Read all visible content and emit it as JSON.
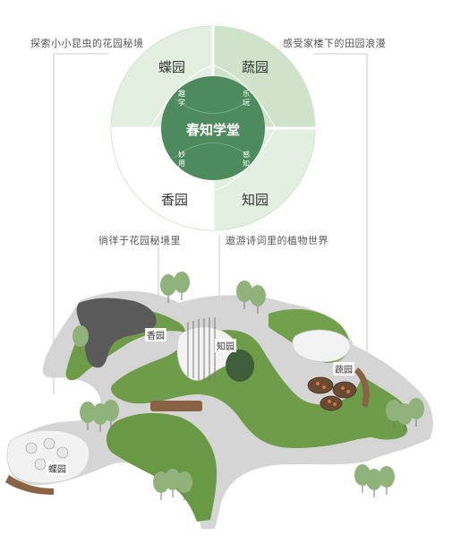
{
  "center": {
    "title": "春知学堂",
    "sub_top_left": [
      "趣",
      "学"
    ],
    "sub_top_right": [
      "乐",
      "玩"
    ],
    "sub_bottom_left": [
      "妙",
      "用"
    ],
    "sub_bottom_right": [
      "感",
      "知"
    ]
  },
  "quadrants": {
    "top_left": "蝶园",
    "top_right": "蔬园",
    "bottom_left": "香园",
    "bottom_right": "知园"
  },
  "captions": {
    "top_left": "探索小小昆虫的花园秘境",
    "top_right": "感受家楼下的田园浪漫",
    "bottom_left": "徜徉于花园秘境里",
    "bottom_right": "遨游诗词里的植物世界"
  },
  "map_labels": {
    "xiang": "香园",
    "zhi": "知园",
    "shu": "蔬园",
    "die": "蝶园"
  },
  "colors": {
    "dark_green": "#4d8a5e",
    "light_green": "#dcebd8",
    "lawn": "#6e9c48",
    "path": "#d9d9d9"
  }
}
